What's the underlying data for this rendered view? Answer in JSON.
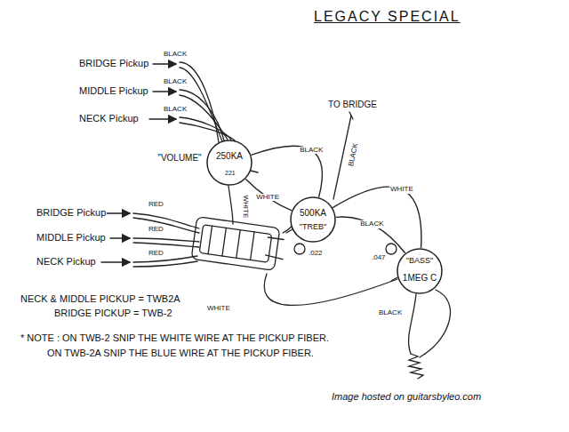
{
  "diagram": {
    "title": "LEGACY SPECIAL",
    "nodes": [
      {
        "text": [
          "250KA",
          "\"VOLUME\""
        ]
      },
      {
        "text": [
          "500KA",
          "\"TREB\""
        ]
      },
      {
        "text": [
          "\"BASS\"",
          "1MEG C"
        ]
      }
    ],
    "edges": [
      {
        "from": 0,
        "to": 1,
        "arrow": "none",
        "label": "BLACK"
      },
      {
        "from": 0,
        "to": 1,
        "arrow": "none",
        "label": "WHITE"
      },
      {
        "from": 1,
        "to": 2,
        "arrow": "none",
        "label": "BLACK"
      },
      {
        "from": 1,
        "to": 2,
        "arrow": "none",
        "label": "WHITE"
      }
    ],
    "labels": [
      "BRIDGE Pickup",
      "MIDDLE Pickup",
      "NECK Pickup",
      "BLACK",
      "BLACK",
      "BLACK",
      "TO BRIDGE",
      "BLACK",
      "BRIDGE Pickup",
      "MIDDLE Pickup",
      "NECK Pickup",
      "RED",
      "RED",
      "RED",
      "WHITE",
      "WHITE",
      "221",
      ".022",
      ".047",
      "BLACK",
      "NECK & MIDDLE PICKUP = TWB2A",
      "BRIDGE PICKUP = TWB-2",
      "* NOTE : ON TWB-2 SNIP THE WHITE WIRE AT THE PICKUP FIBER.",
      "ON TWB-2A SNIP THE BLUE WIRE AT THE PICKUP FIBER.",
      "Image hosted on guitarsbyleo.com"
    ]
  }
}
